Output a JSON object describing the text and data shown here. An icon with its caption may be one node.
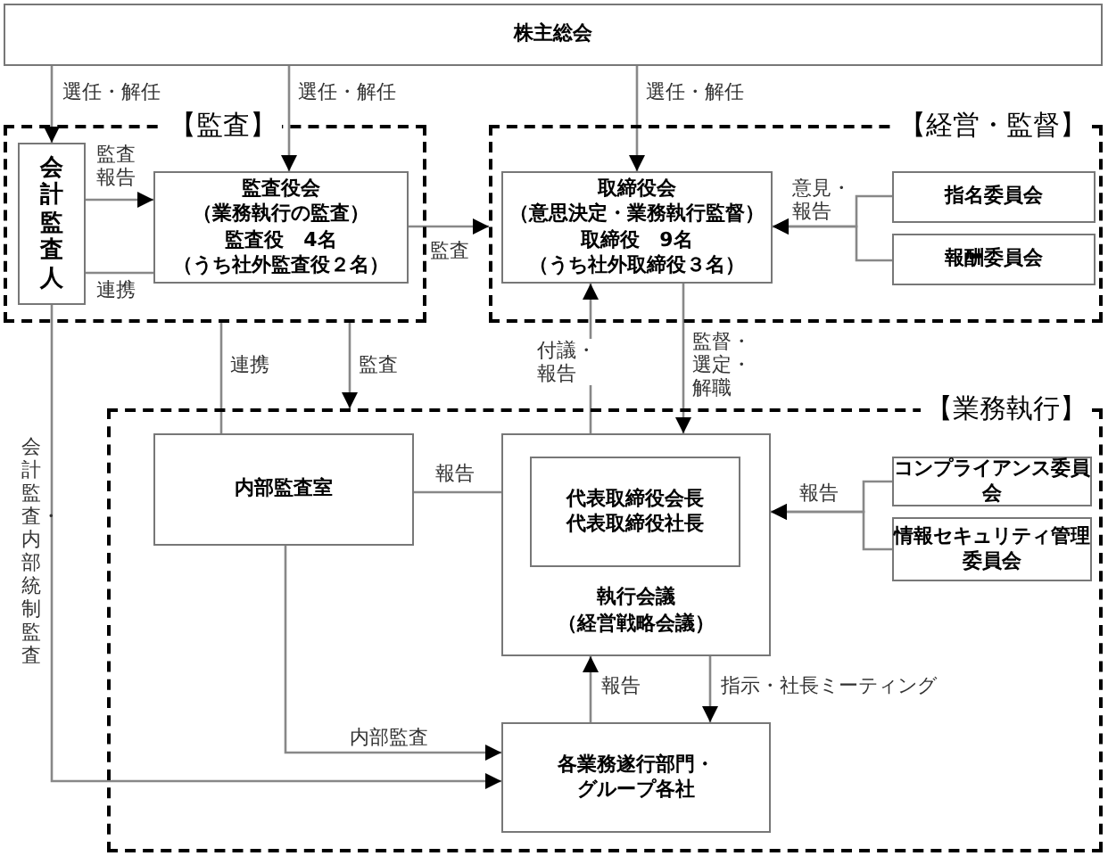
{
  "diagram": {
    "nodes": [
      {
        "text": [
          "株主総会"
        ]
      },
      {
        "text": [
          "【監査】"
        ]
      },
      {
        "text": [
          "会計監査人"
        ],
        "in": 1
      },
      {
        "text": [
          "監査役会",
          "（業務執行の監査）",
          "監査役　4名",
          "（うち社外監査役２名）"
        ],
        "in": 1
      },
      {
        "text": [
          "【経営・監督】"
        ]
      },
      {
        "text": [
          "取締役会",
          "（意思決定・業務執行監督）",
          "取締役　9名",
          "（うち社外取締役３名）"
        ],
        "in": 4
      },
      {
        "text": [
          "指名委員会"
        ],
        "in": 4
      },
      {
        "text": [
          "報酬委員会"
        ],
        "in": 4
      },
      {
        "text": [
          "【業務執行】"
        ]
      },
      {
        "text": [
          "内部監査室"
        ],
        "in": 8
      },
      {
        "text": [
          "執行会議",
          "（経営戦略会議）"
        ],
        "in": 8
      },
      {
        "text": [
          "代表取締役会長",
          "代表取締役社長"
        ],
        "in": 10
      },
      {
        "text": [
          "コンプライアンス委員会"
        ],
        "in": 8
      },
      {
        "text": [
          "情報セキュリティ管理委員会"
        ],
        "in": 8
      },
      {
        "text": [
          "各業務遂行部門・グループ各社"
        ],
        "in": 8
      }
    ],
    "edges": [
      {
        "from": 0,
        "to": 2,
        "arrow": "to",
        "label": "選任・解任"
      },
      {
        "from": 0,
        "to": 3,
        "arrow": "to",
        "label": "選任・解任"
      },
      {
        "from": 0,
        "to": 5,
        "arrow": "to",
        "label": "選任・解任"
      },
      {
        "from": 2,
        "to": 3,
        "arrow": "to",
        "label": "監査報告"
      },
      {
        "from": 2,
        "to": 3,
        "arrow": "none",
        "label": "連携"
      },
      {
        "from": 3,
        "to": 4,
        "arrow": "to",
        "label": "監査"
      },
      {
        "from": 6,
        "to": 5,
        "arrow": "to",
        "label": "意見・報告"
      },
      {
        "from": 7,
        "to": 5,
        "arrow": "to"
      },
      {
        "from": 5,
        "to": 10,
        "arrow": "to",
        "label": "監督・選定・解職"
      },
      {
        "from": 11,
        "to": 5,
        "arrow": "to",
        "label": "付議・報告"
      },
      {
        "from": 1,
        "to": 8,
        "arrow": "to",
        "label": "監査"
      },
      {
        "from": 1,
        "to": 9,
        "arrow": "none",
        "label": "連携"
      },
      {
        "from": 9,
        "to": 11,
        "arrow": "to",
        "label": "報告"
      },
      {
        "from": 12,
        "to": 10,
        "arrow": "to",
        "label": "報告"
      },
      {
        "from": 13,
        "to": 10,
        "arrow": "to"
      },
      {
        "from": 10,
        "to": 14,
        "arrow": "to",
        "label": "指示・社長ミーティング"
      },
      {
        "from": 14,
        "to": 10,
        "arrow": "to",
        "label": "報告"
      },
      {
        "from": 9,
        "to": 14,
        "arrow": "to",
        "label": "内部監査"
      },
      {
        "from": 2,
        "to": 14,
        "arrow": "to",
        "label": "会計監査・内部統制監査"
      }
    ]
  }
}
